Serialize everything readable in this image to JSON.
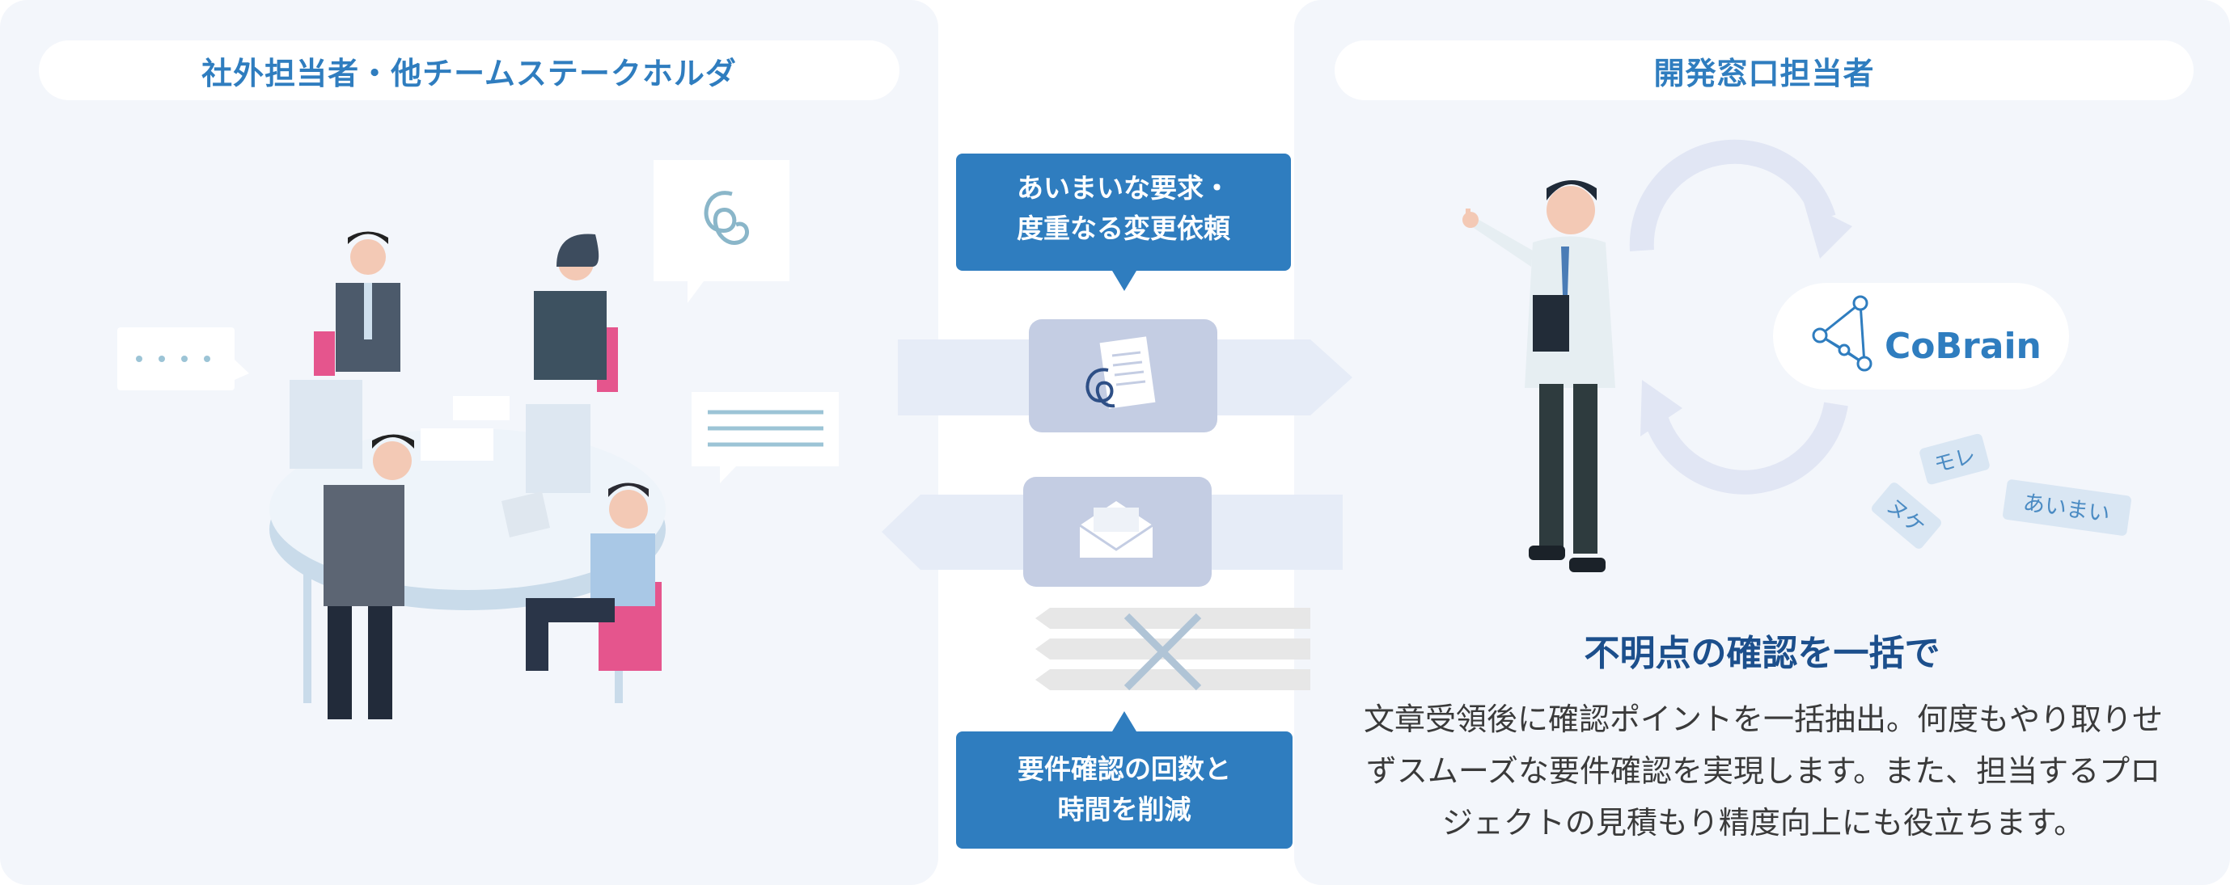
{
  "left_panel": {
    "title": "社外担当者・他チームステークホルダ"
  },
  "right_panel": {
    "title": "開発窓口担当者"
  },
  "issue_callout": {
    "line1": "あいまいな要求・",
    "line2": "度重なる変更依頼"
  },
  "result_callout": {
    "line1": "要件確認の回数と",
    "line2": "時間を削減"
  },
  "cobrain": {
    "logo_text": "CoBrain"
  },
  "floating_tags": {
    "tag1": "モレ",
    "tag2": "ヌケ",
    "tag3": "あいまい"
  },
  "result": {
    "heading": "不明点の確認を一括で",
    "description_lines": [
      "文章受領後に確認ポイントを一括抽出。何度もやり取りせ",
      "ずスムーズな要件確認を実現します。また、担当するプロ",
      "ジェクトの見積もり精度向上にも役立ちます。"
    ]
  },
  "colors": {
    "accent": "#2f7dbf",
    "panel_bg": "#f3f6fb",
    "heading": "#1c4f8c"
  }
}
